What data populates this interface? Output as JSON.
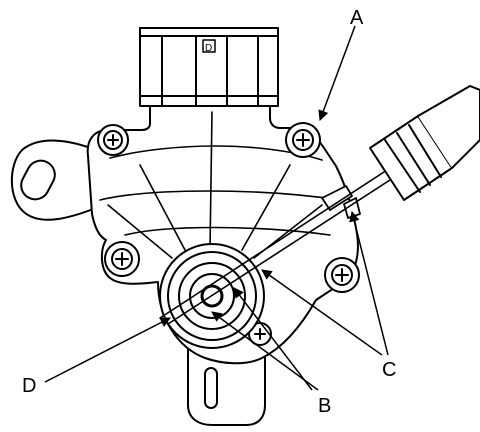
{
  "diagram": {
    "labels": {
      "a": "A",
      "b": "B",
      "c": "C",
      "d": "D"
    },
    "connector_mark": "D",
    "colors": {
      "line": "#000000",
      "fill": "#ffffff"
    }
  }
}
